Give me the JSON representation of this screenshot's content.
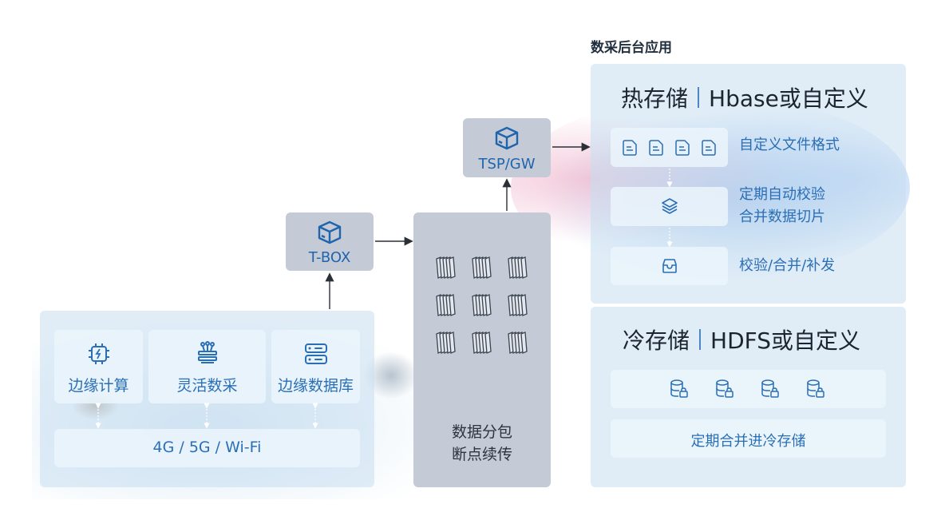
{
  "section_label": "数采后台应用",
  "edge_module": {
    "items": [
      {
        "label": "边缘计算",
        "icon": "chip-icon"
      },
      {
        "label": "灵活数采",
        "icon": "collector-icon"
      },
      {
        "label": "边缘数据库",
        "icon": "server-icon"
      }
    ],
    "network": "4G / 5G / Wi-Fi"
  },
  "tbox": {
    "label": "T-BOX",
    "icon": "box-icon"
  },
  "tsp": {
    "label": "TSP/GW",
    "icon": "box-icon"
  },
  "packet_module": {
    "line1": "数据分包",
    "line2": "断点续传",
    "icon": "file-stack-icon",
    "file_count": 9
  },
  "hot_storage": {
    "title_main": "热存储",
    "title_sub": "Hbase或自定义",
    "steps": [
      {
        "text": "自定义文件格式",
        "icon": "file-icon",
        "icon_count": 4
      },
      {
        "text_line1": "定期自动校验",
        "text_line2": "合并数据切片",
        "icon": "layers-icon"
      },
      {
        "text": "校验/合并/补发",
        "icon": "inbox-icon"
      }
    ]
  },
  "cold_storage": {
    "title_main": "冷存储",
    "title_sub": "HDFS或自定义",
    "db_icon": "database-lock-icon",
    "db_icon_count": 4,
    "bottom_text": "定期合并进冷存储"
  },
  "colors": {
    "accent": "#2a6fb5",
    "panel": "#c6def0",
    "gray_panel": "#c4cbd6"
  }
}
